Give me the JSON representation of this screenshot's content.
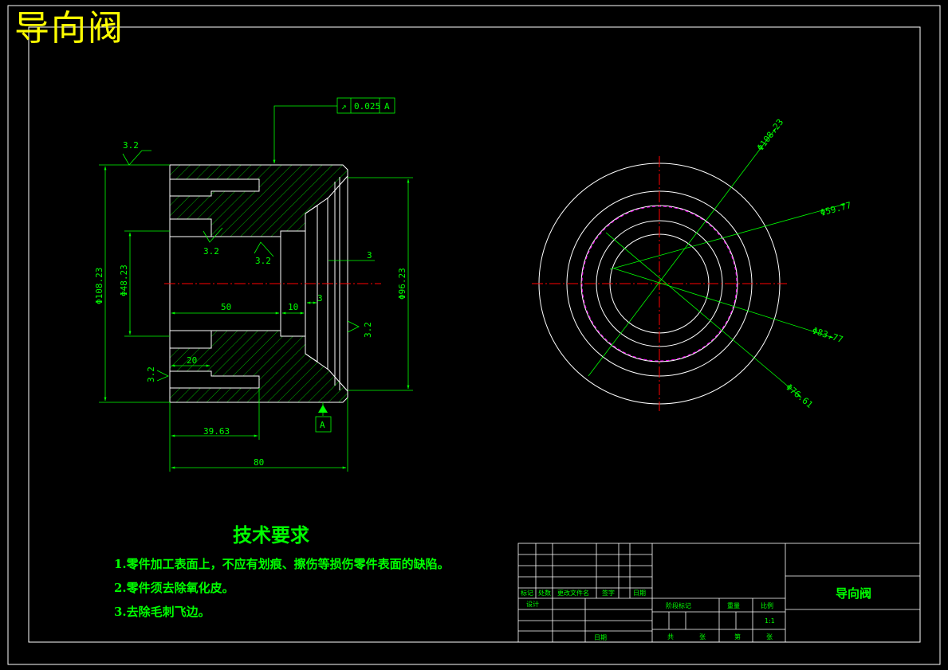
{
  "drawing_title": "导向阀",
  "tech_requirements": {
    "heading": "技术要求",
    "items": [
      "1.零件加工表面上，不应有划痕、擦伤等损伤零件表面的缺陷。",
      "2.零件须去除氧化皮。",
      "3.去除毛刺飞边。"
    ]
  },
  "section_view": {
    "runout_tolerance": "0.025",
    "datum": "A",
    "roughness": [
      "3.2",
      "3.2",
      "3.2",
      "3.2",
      "3.2"
    ],
    "dims": {
      "outer_dia": "Φ108.23",
      "bore_dia": "Φ48.23",
      "right_dia": "Φ96.23",
      "len_50": "50",
      "len_10": "10",
      "len_3a": "3",
      "len_3b": "3",
      "len_20": "20",
      "len_39": "39.63",
      "len_80": "80"
    }
  },
  "end_view": {
    "dims": [
      "Φ108.23",
      "Φ59.77",
      "Φ83.77",
      "Φ76.61"
    ]
  },
  "title_block": {
    "part_name": "导向阀",
    "header_cells": [
      "标记",
      "处数",
      "更改文件名",
      "签字",
      "日期"
    ],
    "design_label": "设计",
    "approve_label": "日期",
    "stage_labels": [
      "阶段标记",
      "重量",
      "比例"
    ],
    "scale": "1:1",
    "bottom_labels": [
      "共",
      "张",
      "第",
      "张"
    ]
  },
  "colors": {
    "outline": "#ffffff",
    "dimension": "#00ff00",
    "centerline": "#ff0000",
    "hidden": "#ff00ff",
    "title": "#ffff00"
  }
}
